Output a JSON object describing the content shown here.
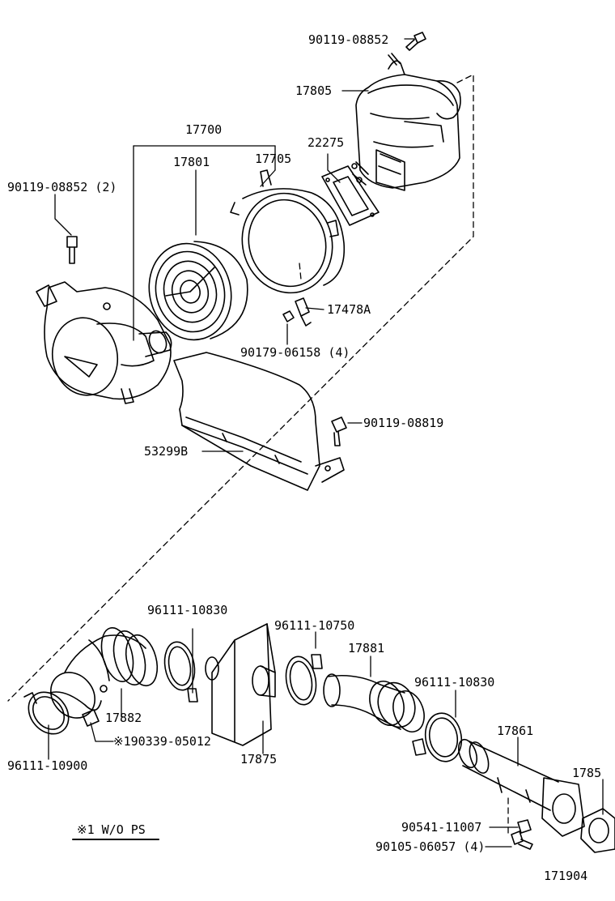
{
  "diagram": {
    "labels": {
      "p90119_08852_top": "90119-08852",
      "p17805": "17805",
      "p17700": "17700",
      "p17801": "17801",
      "p17705": "17705",
      "p22275": "22275",
      "p90119_08852_2": "90119-08852 (2)",
      "p17478A": "17478A",
      "p90179_06158": "90179-06158 (4)",
      "p90119_08819": "90119-08819",
      "p53299B": "53299B",
      "p96111_10830_a": "96111-10830",
      "p96111_10750": "96111-10750",
      "p17881": "17881",
      "p96111_10830_b": "96111-10830",
      "p17882": "17882",
      "p190339": "※190339-05012",
      "p17875": "17875",
      "p17861": "17861",
      "p1785x": "1785",
      "p96111_10900": "96111-10900",
      "p90541_11007": "90541-11007",
      "p90105_06057": "90105-06057 (4)",
      "note": "※1 W/O PS",
      "diagram_number": "171904"
    },
    "colors": {
      "ink": "#000000",
      "paper": "#ffffff"
    }
  }
}
